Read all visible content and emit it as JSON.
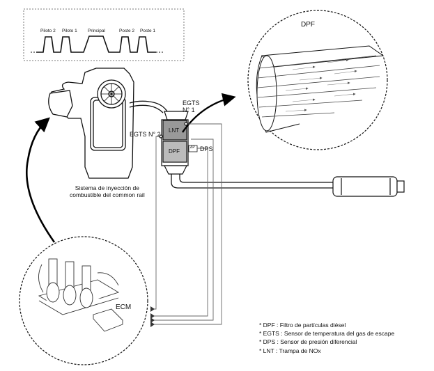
{
  "injection_pulses": [
    "Piloto 2",
    "Piloto 1",
    "Principal",
    "Poste 2",
    "Poste 1"
  ],
  "labels": {
    "dpf_title": "DPF",
    "egts1": "EGTS\nN° 1",
    "egts2": "EGTS N° 2",
    "lnt": "LNT",
    "dpf_box": "DPF",
    "dps": "DPS",
    "dps_sensor": "ΔP",
    "common_rail": "Sistema de inyección de\ncombustible del common rail",
    "ecm": "ECM"
  },
  "legend": [
    "* DPF : Filtro de partículas diésel",
    "* EGTS : Sensor de temperatura del gas de escape",
    "* DPS : Sensor de presión diferencial",
    "* LNT : Trampa de NOx"
  ]
}
